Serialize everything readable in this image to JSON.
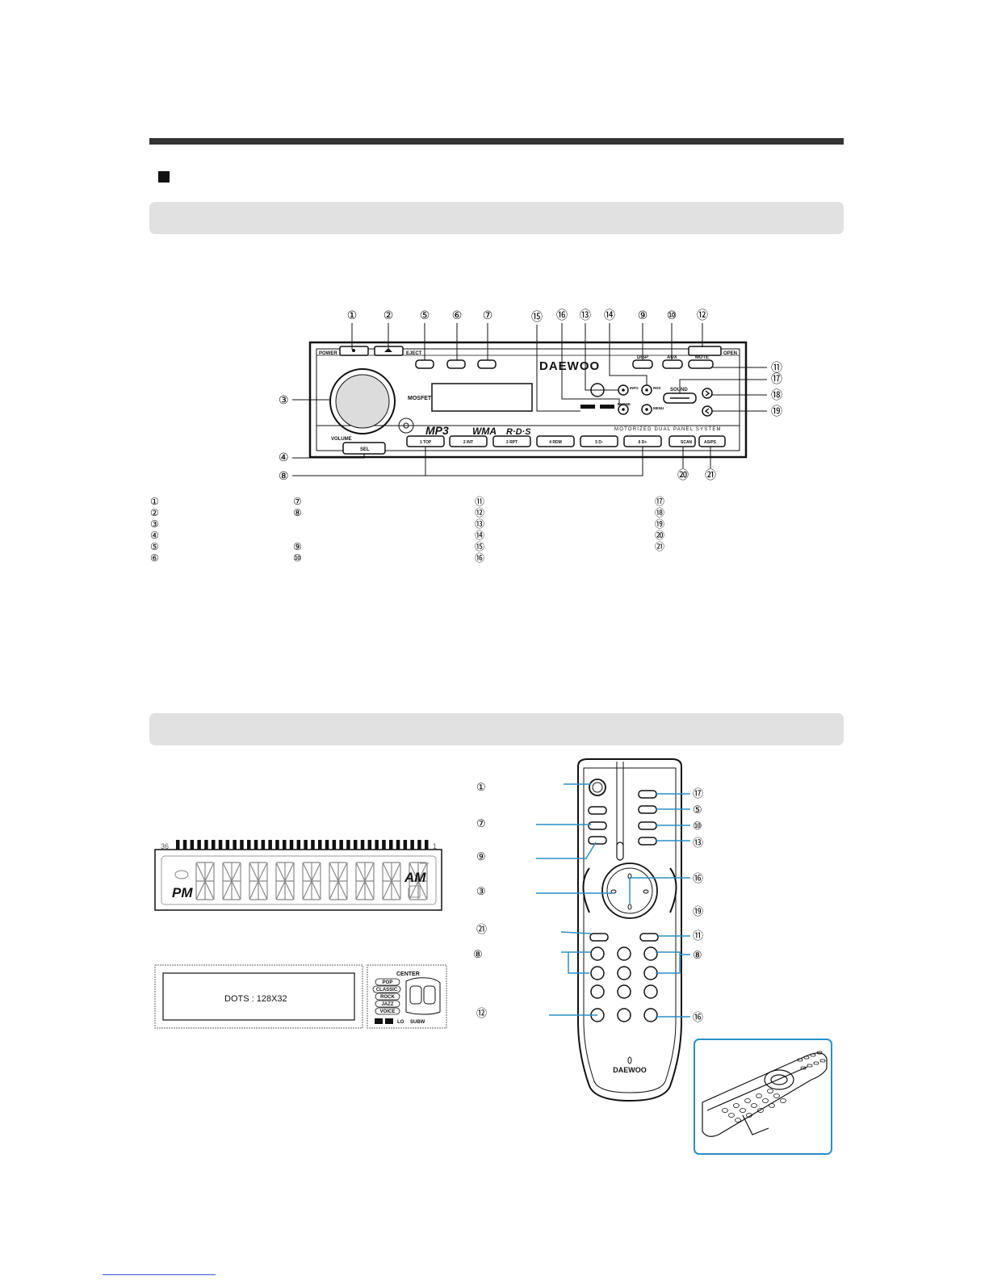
{
  "head_unit": {
    "callouts_top": [
      "①",
      "②",
      "⑤",
      "⑥",
      "⑦",
      "⑮",
      "⑯",
      "⑬",
      "⑭",
      "⑨",
      "⑩",
      "⑫"
    ],
    "callouts_right": [
      "⑪",
      "⑰",
      "⑱",
      "⑲"
    ],
    "callouts_left": [
      "③",
      "④",
      "⑧"
    ],
    "callouts_bottom": [
      "⑳",
      "㉑"
    ],
    "labels": {
      "power": "POWER",
      "eject": "EJECT",
      "open": "OPEN",
      "brand": "DAEWOO",
      "disp": "DISP",
      "aux": "AUX",
      "mute": "MUTE",
      "sound": "SOUND",
      "info": "INFO",
      "rds": "RDS",
      "phone": "PHONE",
      "menu": "MENU",
      "mosfet": "MOSFET",
      "volume": "VOLUME",
      "sel": "SEL",
      "mp3": "MP3",
      "wma": "WMA",
      "rds_logo": "R·D·S",
      "motorized": "MOTORIZED DUAL PANEL SYSTEM",
      "scan": "SCAN",
      "asps": "AS/PS"
    },
    "presets": [
      "1 TOP",
      "2 INT",
      "3 RPT",
      "4 RDM",
      "5 D-",
      "6 D+"
    ]
  },
  "legend": {
    "col1": [
      "①",
      "②",
      "③",
      "④",
      "⑤",
      "⑥"
    ],
    "col2": [
      "⑦",
      "⑧",
      "",
      "",
      "⑨",
      "⑩"
    ],
    "col3": [
      "⑪",
      "⑫",
      "⑬",
      "⑭",
      "⑮",
      "⑯"
    ],
    "col4": [
      "⑰",
      "⑱",
      "⑲",
      "⑳",
      "㉑",
      ""
    ]
  },
  "lcd": {
    "num_left": "36",
    "num_right": "1",
    "pm": "PM",
    "am": "AM",
    "dots": "DOTS : 128X32",
    "eq_modes": [
      "POP",
      "CLASSIC",
      "ROCK",
      "JAZZ",
      "VOICE"
    ],
    "center": "CENTER",
    "subw": "SUBW",
    "lo": "LO"
  },
  "remote": {
    "callouts_left": [
      "①",
      "⑦",
      "⑨",
      "③",
      "㉑",
      "⑧",
      "⑫"
    ],
    "callouts_right": [
      "⑰",
      "⑤",
      "⑩",
      "⑬",
      "⑯",
      "⑲",
      "⑪",
      "⑧",
      "⑯"
    ],
    "brand": "DAEWOO"
  }
}
